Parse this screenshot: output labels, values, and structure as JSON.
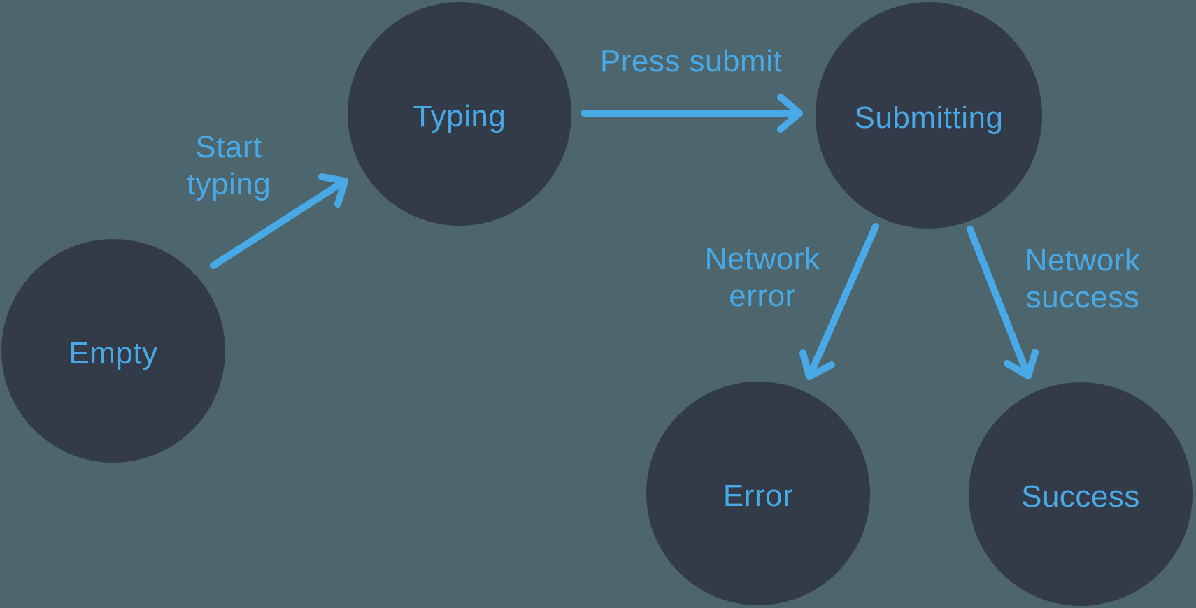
{
  "canvas": {
    "background": "#4d666e",
    "node_fill": "#343b48",
    "accent": "#48a9e6"
  },
  "diagram": {
    "type": "state-machine-flow",
    "nodes": [
      {
        "id": "empty",
        "label": "Empty"
      },
      {
        "id": "typing",
        "label": "Typing"
      },
      {
        "id": "submitting",
        "label": "Submitting"
      },
      {
        "id": "error",
        "label": "Error"
      },
      {
        "id": "success",
        "label": "Success"
      }
    ],
    "edges": [
      {
        "from": "empty",
        "to": "typing",
        "label": "Start typing"
      },
      {
        "from": "typing",
        "to": "submitting",
        "label": "Press submit"
      },
      {
        "from": "submitting",
        "to": "error",
        "label": "Network error"
      },
      {
        "from": "submitting",
        "to": "success",
        "label": "Network success"
      }
    ]
  }
}
